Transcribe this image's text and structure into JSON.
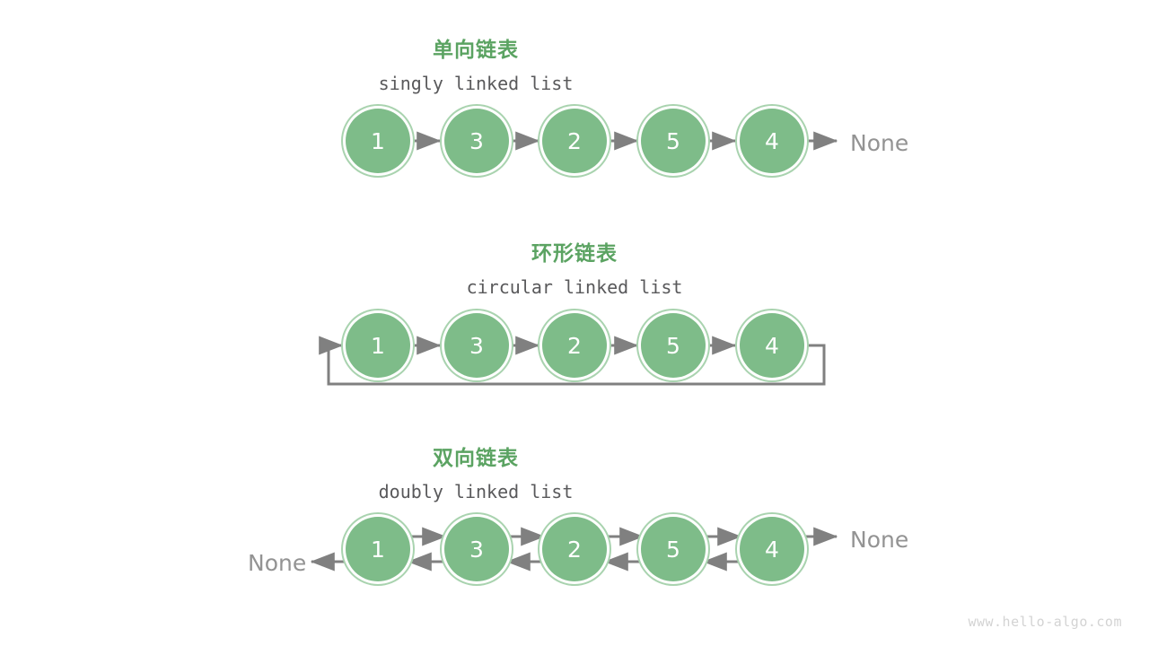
{
  "diagram": {
    "values": [
      1,
      3,
      2,
      5,
      4
    ],
    "null_label": "None",
    "watermark": "www.hello-algo.com",
    "colors": {
      "node_fill": "#7ebc89",
      "node_ring": "#a9d3af",
      "node_text": "#ffffff",
      "title_cn": "#5ba362",
      "title_en": "#59595b",
      "arrow": "#808080",
      "none_text": "#939393",
      "watermark": "#d3d3d3",
      "background": "#ffffff"
    },
    "sections": [
      {
        "id": "singly",
        "title_cn": "单向链表",
        "title_en": "singly linked list",
        "nodes": [
          {
            "value": "1"
          },
          {
            "value": "3"
          },
          {
            "value": "2"
          },
          {
            "value": "5"
          },
          {
            "value": "4"
          }
        ],
        "tail_label": "None",
        "head_label": null
      },
      {
        "id": "circular",
        "title_cn": "环形链表",
        "title_en": "circular linked list",
        "nodes": [
          {
            "value": "1"
          },
          {
            "value": "3"
          },
          {
            "value": "2"
          },
          {
            "value": "5"
          },
          {
            "value": "4"
          }
        ],
        "tail_label": null,
        "head_label": null
      },
      {
        "id": "doubly",
        "title_cn": "双向链表",
        "title_en": "doubly linked list",
        "nodes": [
          {
            "value": "1"
          },
          {
            "value": "3"
          },
          {
            "value": "2"
          },
          {
            "value": "5"
          },
          {
            "value": "4"
          }
        ],
        "tail_label": "None",
        "head_label": "None"
      }
    ]
  }
}
